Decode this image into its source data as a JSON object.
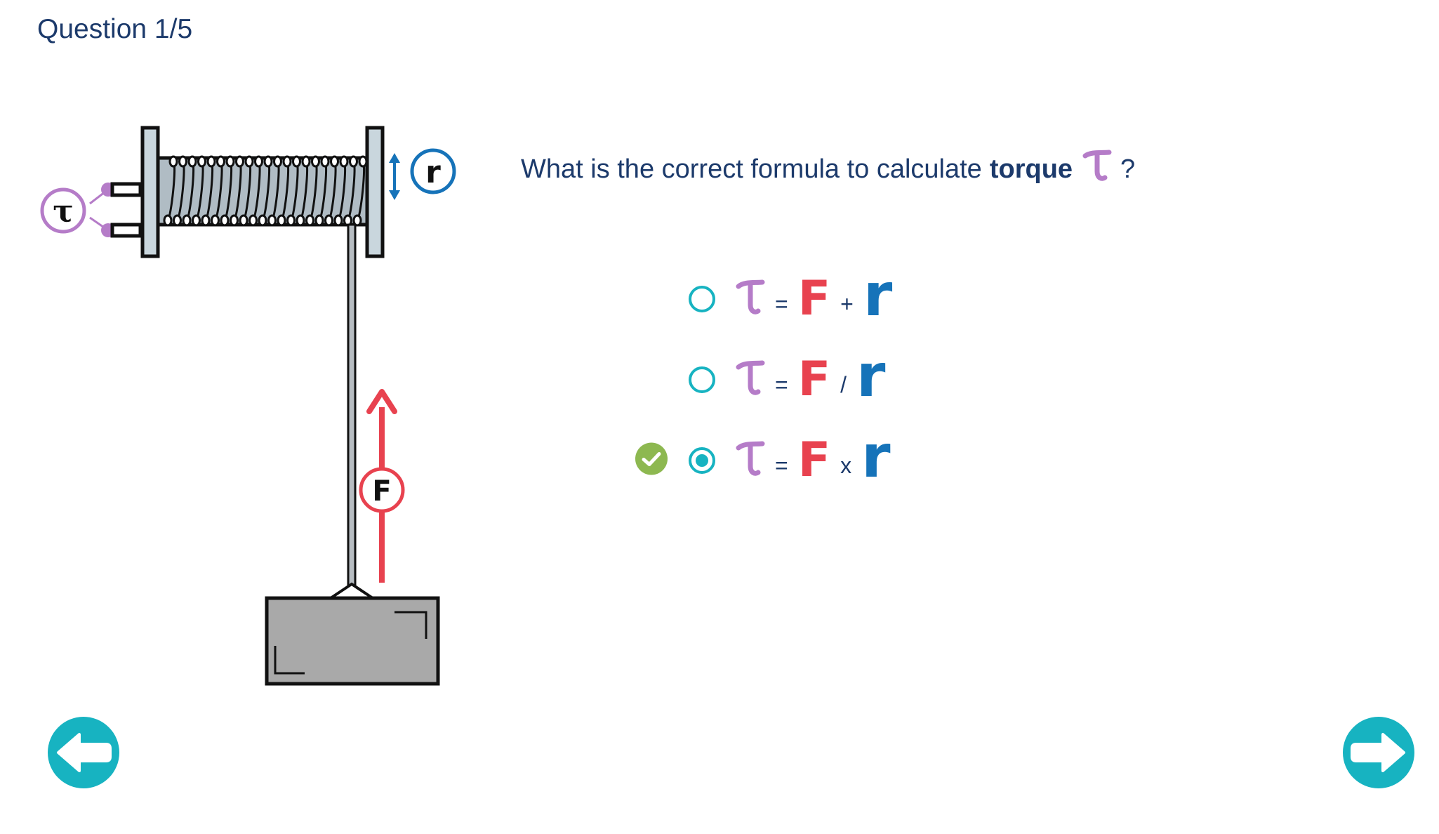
{
  "header": {
    "question_counter": "Question 1/5"
  },
  "question": {
    "prefix": "What is the correct formula to calculate",
    "keyword": "torque",
    "suffix": "?"
  },
  "options": [
    {
      "symbol": "τ",
      "eq": "=",
      "left": "F",
      "operator": "+",
      "right": "r",
      "selected": false,
      "correct": false
    },
    {
      "symbol": "τ",
      "eq": "=",
      "left": "F",
      "operator": "/",
      "right": "r",
      "selected": false,
      "correct": false
    },
    {
      "symbol": "τ",
      "eq": "=",
      "left": "F",
      "operator": "x",
      "right": "r",
      "selected": true,
      "correct": true
    }
  ],
  "diagram": {
    "torque_label": "τ",
    "radius_label": "r",
    "force_label": "F"
  },
  "navigation": {
    "prev_icon": "arrow-left-icon",
    "next_icon": "arrow-right-icon"
  },
  "colors": {
    "text": "#1c3a6b",
    "torque": "#b57cc8",
    "force": "#e8424f",
    "radius": "#1673b9",
    "accent": "#17b3c1",
    "correct": "#8db850"
  }
}
